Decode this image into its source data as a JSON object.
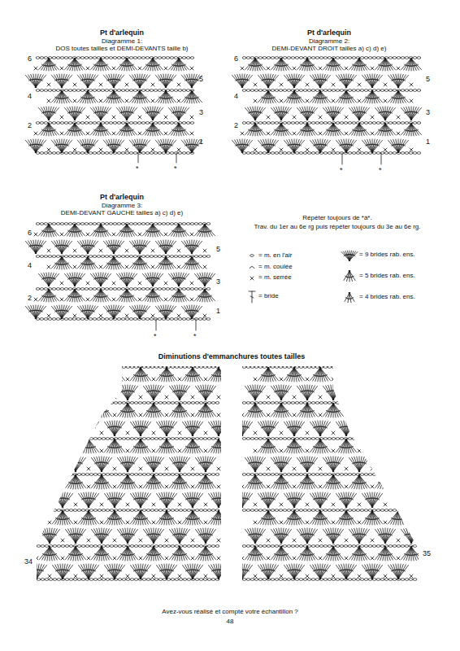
{
  "diagram": {
    "labels": [
      "Pt d'arlequin",
      "Diagramme 1:",
      "DOS toutes tailles et DEMI-DEVANTS taille b)",
      "6",
      "5",
      "4",
      "3",
      "2",
      "1",
      "*",
      "*",
      "Pt d'arlequin",
      "Diagramme 2:",
      "DEMI-DEVANT DROIT tailles a) c) d) e)",
      "6",
      "5",
      "4",
      "3",
      "2",
      "1",
      "*",
      "*",
      "Pt d'arlequin",
      "Diagramme 3:",
      "DEMI-DEVANT GAUCHE tailles a) c) d) e)",
      "6",
      "5",
      "4",
      "3",
      "2",
      "1",
      "*",
      "*",
      "Répéter toujours de *à*.",
      "Trav. du 1er au 6e rg puis répéter toujours du 3e au 6e rg.",
      "Diminutions d'emmanchures toutes tailles",
      "34",
      "35",
      "Avez-vous réalisé et compté votre échantillon ?",
      "48"
    ],
    "legend": [
      {
        "text": "= m. en l'air"
      },
      {
        "text": "= m. coulée"
      },
      {
        "text": "= m. serrée"
      },
      {
        "text": "= bride"
      },
      {
        "text": "= 9 brides rab. ens."
      },
      {
        "text": "= 5 brides rab. ens."
      },
      {
        "text": "= 4 brides rab. ens."
      }
    ]
  }
}
